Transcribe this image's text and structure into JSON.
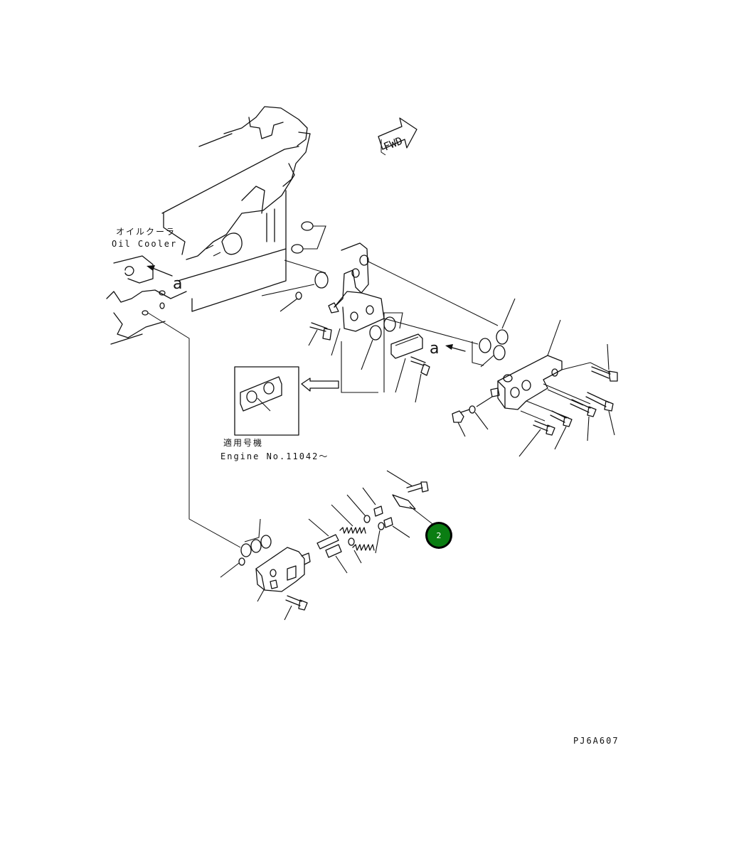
{
  "labels": {
    "oil_cooler_jp": "オイルクーラ",
    "oil_cooler_en": "Oil Cooler",
    "view_marker": "a",
    "applicable_jp": "適用号機",
    "engine_no": "Engine No.11042〜",
    "fwd": "FWD",
    "drawing_code": "PJ6A607"
  },
  "callouts": [
    {
      "number": "2",
      "color": "#0a7d12"
    }
  ],
  "colors": {
    "line": "#111111",
    "callout_fill": "#0a7d12",
    "callout_ring": "#000000"
  }
}
